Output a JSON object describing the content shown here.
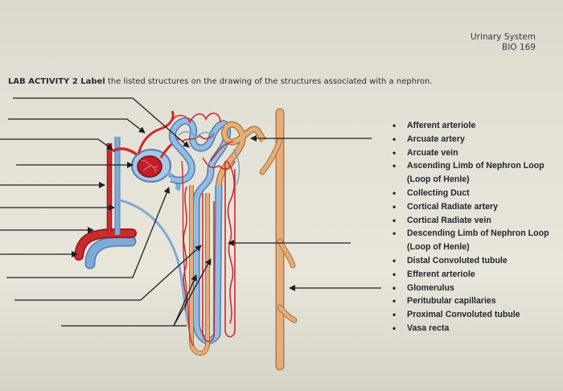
{
  "header": {
    "course_title": "Urinary System",
    "course_code": "BIO 169"
  },
  "instructions": {
    "activity_label": "LAB ACTIVITY 2 Label",
    "activity_text": " the listed structures on the drawing of the structures associated with a nephron."
  },
  "structures": [
    "Afferent arteriole",
    "Arcuate artery",
    "Arcuate vein",
    "Ascending Limb of Nephron Loop (Loop of Henle)",
    "Collecting Duct",
    "Cortical Radiate artery",
    "Cortical Radiate vein",
    "Descending Limb of Nephron Loop (Loop of Henle)",
    "Distal Convoluted tubule",
    "Efferent arteriole",
    "Glomerulus",
    "Peritubular capillaries",
    "Proximal Convoluted tubule",
    "Vasa recta"
  ],
  "colors": {
    "artery": "#c8242b",
    "vein": "#6f9fd0",
    "tubule": "#e1a872",
    "leader_line": "#1e1e24"
  }
}
